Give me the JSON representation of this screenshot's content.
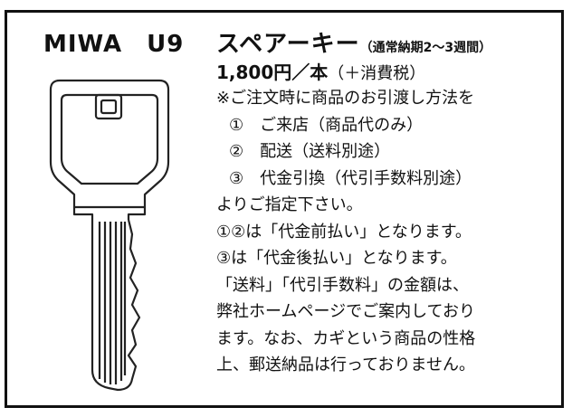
{
  "product": {
    "model": "MIWA　U9",
    "title": "スペアーキー",
    "lead_time": "（通常納期2～3週間）",
    "price": "1,800円／本",
    "tax_note": "（＋消費税）"
  },
  "body_lines": [
    {
      "text": "※ご注文時に商品のお引渡し方法を",
      "indent": false
    },
    {
      "text": "①　ご来店（商品代のみ）",
      "indent": true
    },
    {
      "text": "②　配送（送料別途）",
      "indent": true
    },
    {
      "text": "③　代金引換（代引手数料別途）",
      "indent": true
    },
    {
      "text": "よりご指定下さい。",
      "indent": false
    },
    {
      "text": "①②は「代金前払い」となります。",
      "indent": false
    },
    {
      "text": "③は「代金後払い」となります。",
      "indent": false
    },
    {
      "text": "「送料」「代引手数料」の金額は、",
      "indent": false
    },
    {
      "text": "弊社ホームページでご案内しており",
      "indent": false
    },
    {
      "text": "ます。なお、カギという商品の性格",
      "indent": false
    },
    {
      "text": "上、郵送納品は行っておりません。",
      "indent": false
    }
  ],
  "icons": {
    "key_illustration": "key-icon"
  }
}
